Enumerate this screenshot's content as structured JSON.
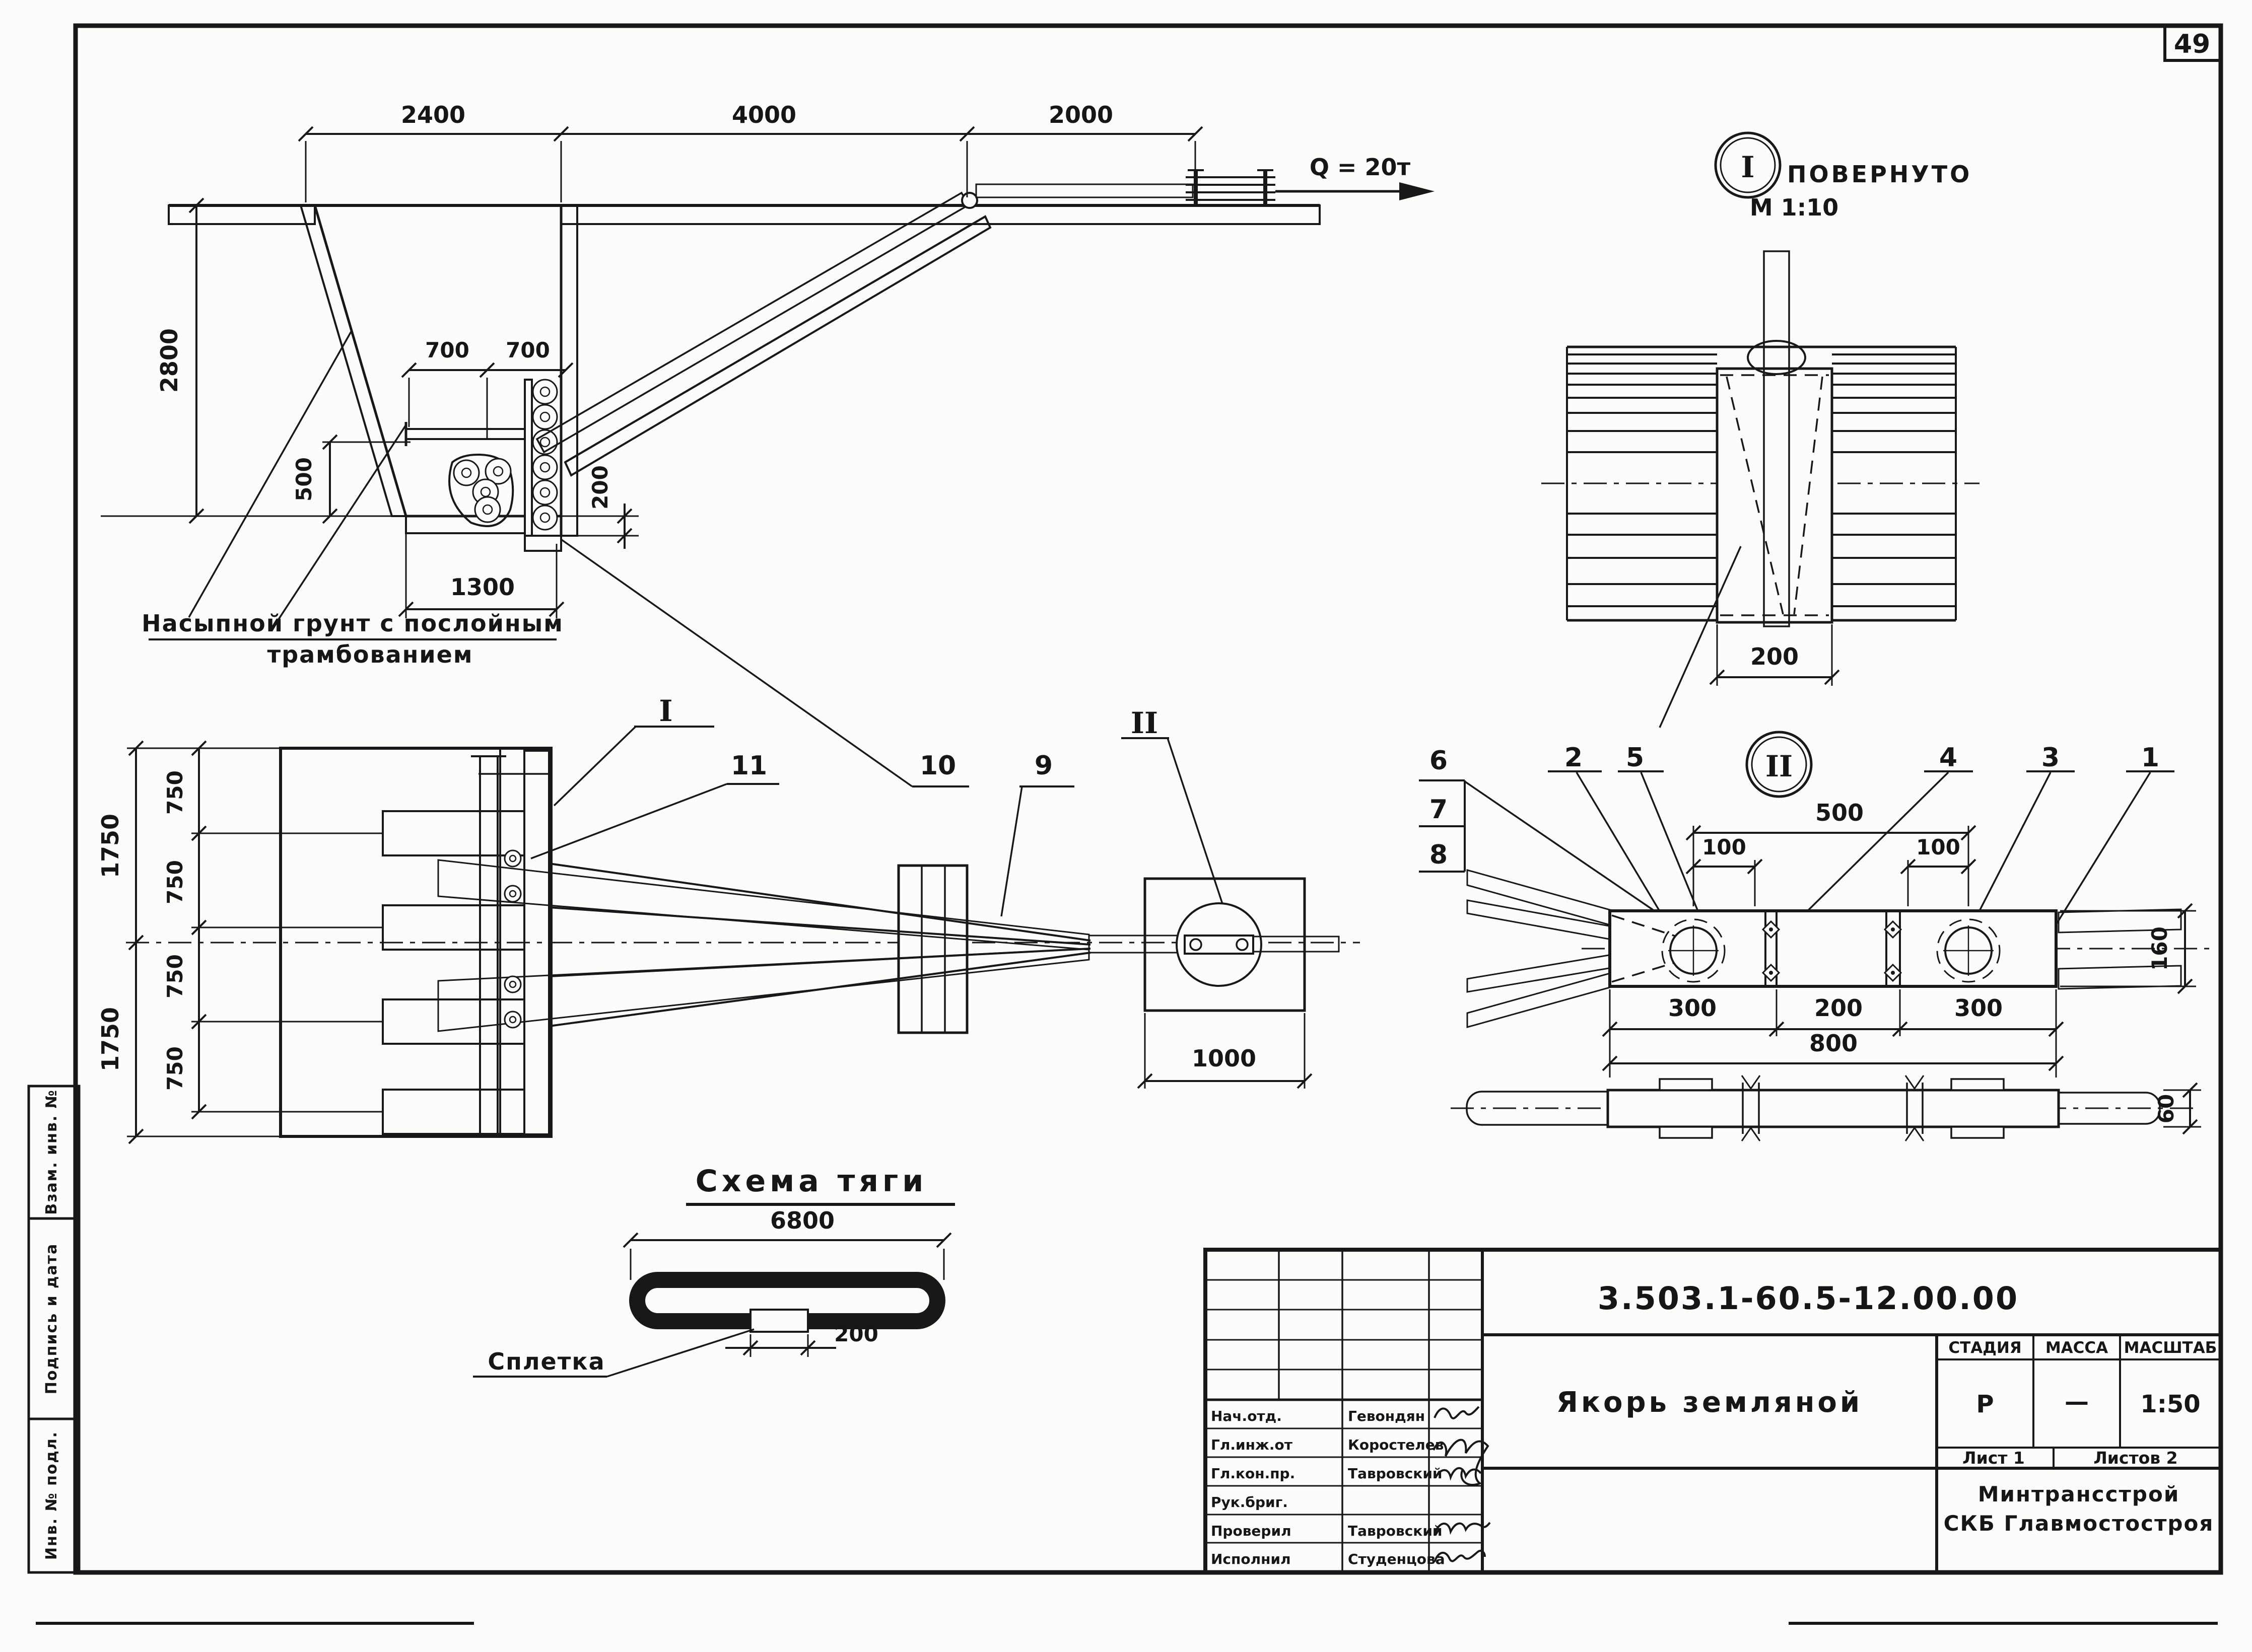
{
  "page": {
    "number": "49"
  },
  "margin": {
    "stamp_top": "Взам. инв. №",
    "stamp_mid": "Подпись и дата",
    "stamp_bot": "Инв. № подл."
  },
  "cross_section": {
    "dim_2400": "2400",
    "dim_4000": "4000",
    "dim_2000": "2000",
    "dim_2800": "2800",
    "dim_700a": "700",
    "dim_700b": "700",
    "dim_500": "500",
    "dim_200": "200",
    "dim_1300": "1300",
    "load": "Q = 20т",
    "note1": "Насыпной грунт с послойным",
    "note2": "трамбованием"
  },
  "plan": {
    "dim_1750a": "1750",
    "dim_1750b": "1750",
    "dim_750_1": "750",
    "dim_750_2": "750",
    "dim_750_3": "750",
    "dim_750_4": "750",
    "dim_1000": "1000",
    "mark_i": "I",
    "mark_ii": "II",
    "callout_11": "11",
    "callout_10": "10",
    "callout_9": "9"
  },
  "detail_i": {
    "mark": "I",
    "label": "ПОВЕРНУТО",
    "scale": "М 1:10",
    "dim_200": "200"
  },
  "section_ii": {
    "mark": "II",
    "callout_1": "1",
    "callout_2": "2",
    "callout_3": "3",
    "callout_4": "4",
    "callout_5": "5",
    "callout_6": "6",
    "callout_7": "7",
    "callout_8": "8",
    "dim_500": "500",
    "dim_100a": "100",
    "dim_100b": "100",
    "dim_300a": "300",
    "dim_200": "200",
    "dim_300b": "300",
    "dim_800": "800",
    "dim_160": "160",
    "dim_60": "60"
  },
  "scheme": {
    "title": "Схема тяги",
    "dim_6800": "6800",
    "dim_200": "200",
    "label_splice": "Сплетка"
  },
  "title_block": {
    "doc_number": "3.503.1-60.5-12.00.00",
    "drawing_title": "Якорь земляной",
    "col_stage": "СТАДИЯ",
    "col_mass": "МАССА",
    "col_scale": "МАСШТАБ",
    "stage": "Р",
    "mass": "—",
    "scale": "1:50",
    "sheet": "Лист 1",
    "sheets": "Листов 2",
    "org1": "Минтрансстрой",
    "org2": "СКБ Главмостостроя",
    "rows": [
      {
        "role": "Нач.отд.",
        "name": "Гевондян"
      },
      {
        "role": "Гл.инж.от",
        "name": "Коростелев"
      },
      {
        "role": "Гл.кон.пр.",
        "name": "Тавровский"
      },
      {
        "role": "Рук.бриг.",
        "name": ""
      },
      {
        "role": "Проверил",
        "name": "Тавровский"
      },
      {
        "role": "Исполнил",
        "name": "Студенцова"
      }
    ]
  }
}
